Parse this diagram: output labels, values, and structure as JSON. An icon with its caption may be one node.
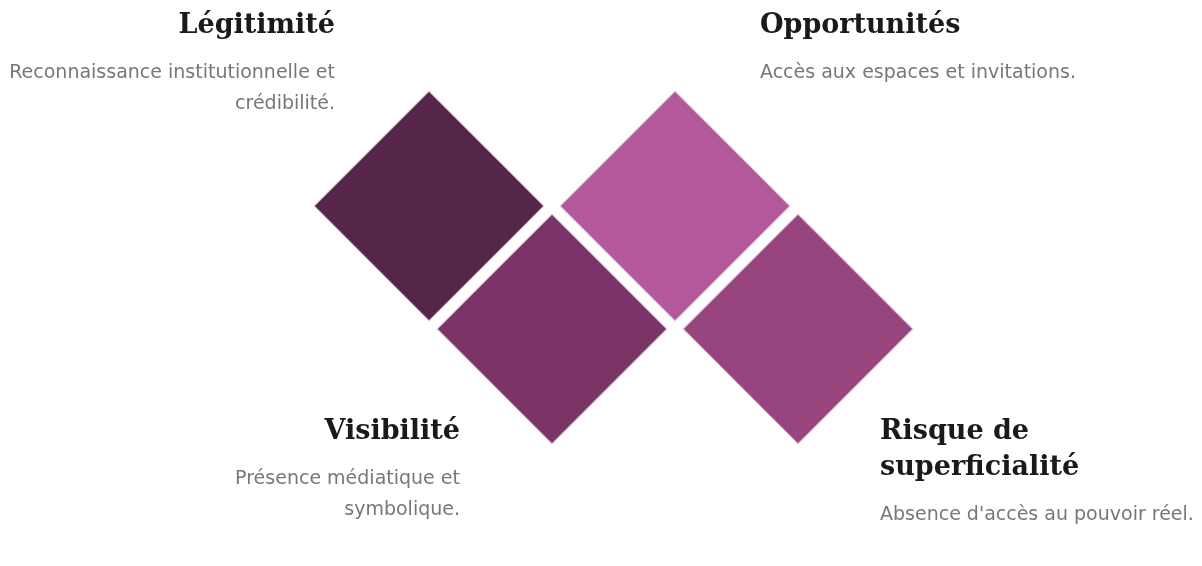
{
  "diagram": {
    "nodes": [
      {
        "text": [],
        "shape": "diamond",
        "beside": [
          "Légitimité",
          "Reconnaissance institutionnelle et crédibilité."
        ]
      },
      {
        "text": [],
        "shape": "diamond",
        "beside": [
          "Opportunités",
          "Accès aux espaces et invitations."
        ]
      },
      {
        "text": [],
        "shape": "diamond",
        "beside": [
          "Visibilité",
          "Présence médiatique et symbolique."
        ]
      },
      {
        "text": [],
        "shape": "diamond",
        "beside": [
          "Risque de superficialité",
          "Absence d'accès au pouvoir réel."
        ]
      }
    ]
  }
}
